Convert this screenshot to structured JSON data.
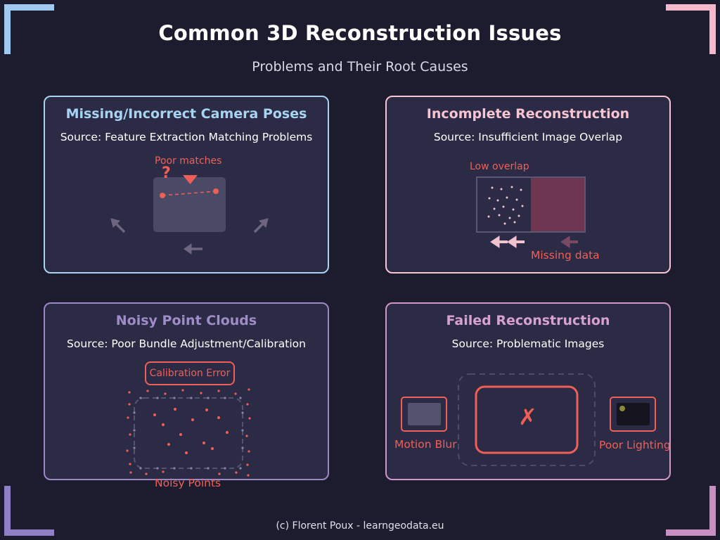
{
  "header": {
    "title": "Common 3D Reconstruction Issues",
    "subtitle": "Problems and Their Root Causes"
  },
  "cards": [
    {
      "title": "Missing/Incorrect Camera Poses",
      "source": "Source: Feature Extraction Matching Problems",
      "labels": {
        "poor_matches": "Poor matches",
        "question": "?"
      },
      "icons": [
        "question-mark-icon",
        "warning-triangle-icon",
        "camera-arrow-icon"
      ]
    },
    {
      "title": "Incomplete Reconstruction",
      "source": "Source: Insufficient Image Overlap",
      "labels": {
        "low_overlap": "Low overlap",
        "missing_data": "Missing data"
      },
      "icons": [
        "direction-arrow-icon"
      ]
    },
    {
      "title": "Noisy Point Clouds",
      "source": "Source: Poor Bundle Adjustment/Calibration",
      "labels": {
        "calibration_error": "Calibration Error",
        "noisy_points": "Noisy Points"
      }
    },
    {
      "title": "Failed Reconstruction",
      "source": "Source: Problematic Images",
      "labels": {
        "motion_blur": "Motion Blur",
        "poor_lighting": "Poor Lighting",
        "fail_mark": "✗"
      },
      "icons": [
        "cross-mark-icon"
      ]
    }
  ],
  "footer": {
    "credit": "(c) Florent Poux - learngeodata.eu"
  },
  "colors": {
    "background": "#1d1c2e",
    "card_background": "#2c2b45",
    "accent_blue": "#a8d4f2",
    "accent_pink": "#f6c4d2",
    "accent_purple": "#9d88c6",
    "accent_mauve": "#cf97c8",
    "error_red": "#f05f57"
  }
}
